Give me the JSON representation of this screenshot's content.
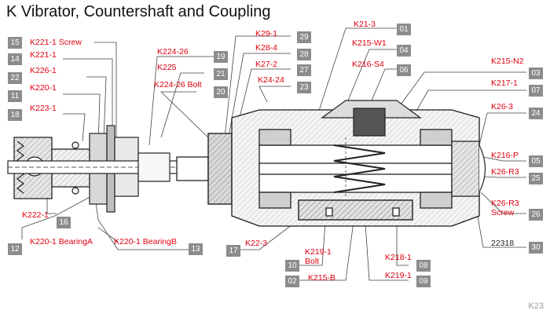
{
  "title": "K Vibrator, Countershaft and Coupling",
  "corner_label": "K23",
  "left_labels": [
    {
      "badge": "15",
      "part": "K221-1 Screw"
    },
    {
      "badge": "14",
      "part": "K221-1"
    },
    {
      "badge": "22",
      "part": "K226-1"
    },
    {
      "badge": "11",
      "part": "K220-1"
    },
    {
      "badge": "18",
      "part": "K223-1"
    },
    {
      "badge": "16",
      "part": "K222-1"
    },
    {
      "badge": "12",
      "part": "K220-1 BearingA"
    },
    {
      "badge": "13",
      "part": "K220-1 BearingB"
    }
  ],
  "middle_labels": [
    {
      "badge": "19",
      "part": "K224-26"
    },
    {
      "badge": "21",
      "part": "K225"
    },
    {
      "badge": "20",
      "part": "K224-26 Bolt"
    },
    {
      "badge": "29",
      "part": "K29-1"
    },
    {
      "badge": "28",
      "part": "K28-4"
    },
    {
      "badge": "27",
      "part": "K27-2"
    },
    {
      "badge": "23",
      "part": "K24-24"
    },
    {
      "badge": "01",
      "part": "K21-3"
    },
    {
      "badge": "04",
      "part": "K215-W1"
    },
    {
      "badge": "06",
      "part": "K216-S4"
    }
  ],
  "right_labels": [
    {
      "badge": "03",
      "part": "K215-N2"
    },
    {
      "badge": "07",
      "part": "K217-1"
    },
    {
      "badge": "24",
      "part": "K26-3"
    },
    {
      "badge": "05",
      "part": "K216-P"
    },
    {
      "badge": "25",
      "part": "K26-R3"
    },
    {
      "badge": "26",
      "part_line1": "K26-R3",
      "part_line2": "Screw"
    },
    {
      "badge": "30",
      "part": "22318"
    }
  ],
  "bottom_labels": [
    {
      "badge": "17",
      "part": "K22-3"
    },
    {
      "badge": "10",
      "part_line1": "K219-1",
      "part_line2": "Bolt"
    },
    {
      "badge": "02",
      "part": "K215-B"
    },
    {
      "badge": "08",
      "part": "K218-1"
    },
    {
      "badge": "09",
      "part": "K219-1"
    }
  ]
}
